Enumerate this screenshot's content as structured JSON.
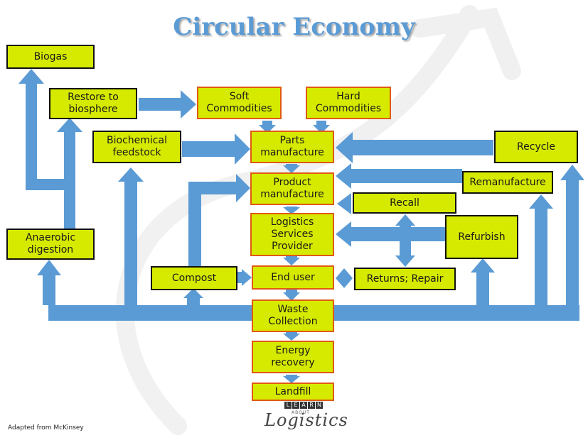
{
  "title": "Circular Economy",
  "credit": "Adapted from McKinsey",
  "logo": {
    "tiles": [
      "L",
      "E",
      "A",
      "R",
      "N"
    ],
    "about": "ABOUT",
    "word": "Logistics"
  },
  "colors": {
    "box_fill": "#d6ea00",
    "arrow": "#5b9bd5",
    "orange_border": "#e05a12",
    "black_border": "#111111"
  },
  "nodes": {
    "biogas": "Biogas",
    "restore": "Restore to biosphere",
    "soft": "Soft Commodities",
    "hard": "Hard Commodities",
    "biochem": "Biochemical feedstock",
    "parts": "Parts manufacture",
    "recycle": "Recycle",
    "product": "Product manufacture",
    "reman": "Remanufacture",
    "recall": "Recall",
    "lsp": "Logistics Services Provider",
    "refurbish": "Refurbish",
    "anaerobic": "Anaerobic digestion",
    "compost": "Compost",
    "enduser": "End user",
    "returns": "Returns; Repair",
    "waste": "Waste Collection",
    "energy": "Energy recovery",
    "landfill": "Landfill"
  }
}
